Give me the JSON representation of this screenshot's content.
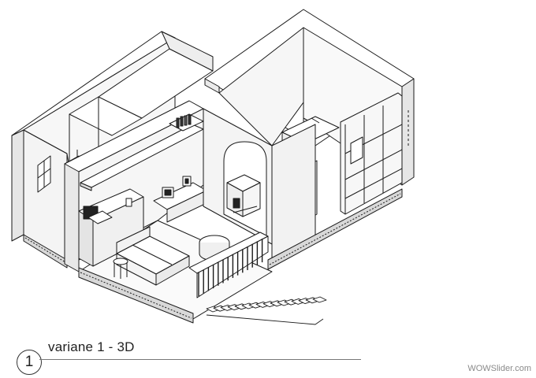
{
  "caption": {
    "number": "1",
    "title": "variane 1 - 3D"
  },
  "watermark": "WOWSlider.com",
  "colors": {
    "line": "#1a1a1a",
    "wall_top": "#ffffff",
    "wall_face": "#f2f2f2",
    "wall_side": "#e6e6e6",
    "floor": "#fafafa",
    "slab": "#d8d8d8"
  },
  "drawing": {
    "type": "isometric-floor-plan",
    "elements": [
      "left-bedroom",
      "corridor",
      "kitchen-counter",
      "shelves",
      "desk-with-monitor",
      "arched-niche",
      "fireplace",
      "sofa",
      "round-ottoman",
      "stool",
      "stair-railing",
      "staircase",
      "main-room",
      "wardrobe-glazing"
    ]
  }
}
